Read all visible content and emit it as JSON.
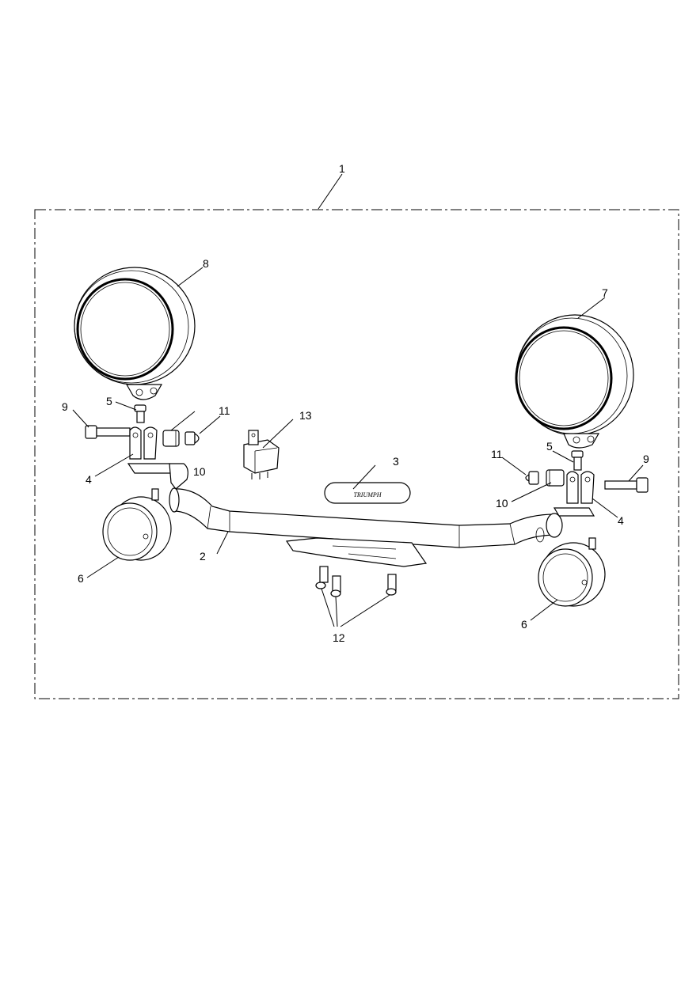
{
  "callouts": [
    {
      "id": "c1",
      "label": "1"
    },
    {
      "id": "c2",
      "label": "2"
    },
    {
      "id": "c3",
      "label": "3"
    },
    {
      "id": "c4l",
      "label": "4"
    },
    {
      "id": "c4r",
      "label": "4"
    },
    {
      "id": "c5l",
      "label": "5"
    },
    {
      "id": "c5r",
      "label": "5"
    },
    {
      "id": "c6l",
      "label": "6"
    },
    {
      "id": "c6r",
      "label": "6"
    },
    {
      "id": "c7",
      "label": "7"
    },
    {
      "id": "c8",
      "label": "8"
    },
    {
      "id": "c9l",
      "label": "9"
    },
    {
      "id": "c9r",
      "label": "9"
    },
    {
      "id": "c10l",
      "label": "10"
    },
    {
      "id": "c10r",
      "label": "10"
    },
    {
      "id": "c11l",
      "label": "11"
    },
    {
      "id": "c11r",
      "label": "11"
    },
    {
      "id": "c12",
      "label": "12"
    },
    {
      "id": "c13",
      "label": "13"
    }
  ],
  "badge_text": "TRIUMPH"
}
